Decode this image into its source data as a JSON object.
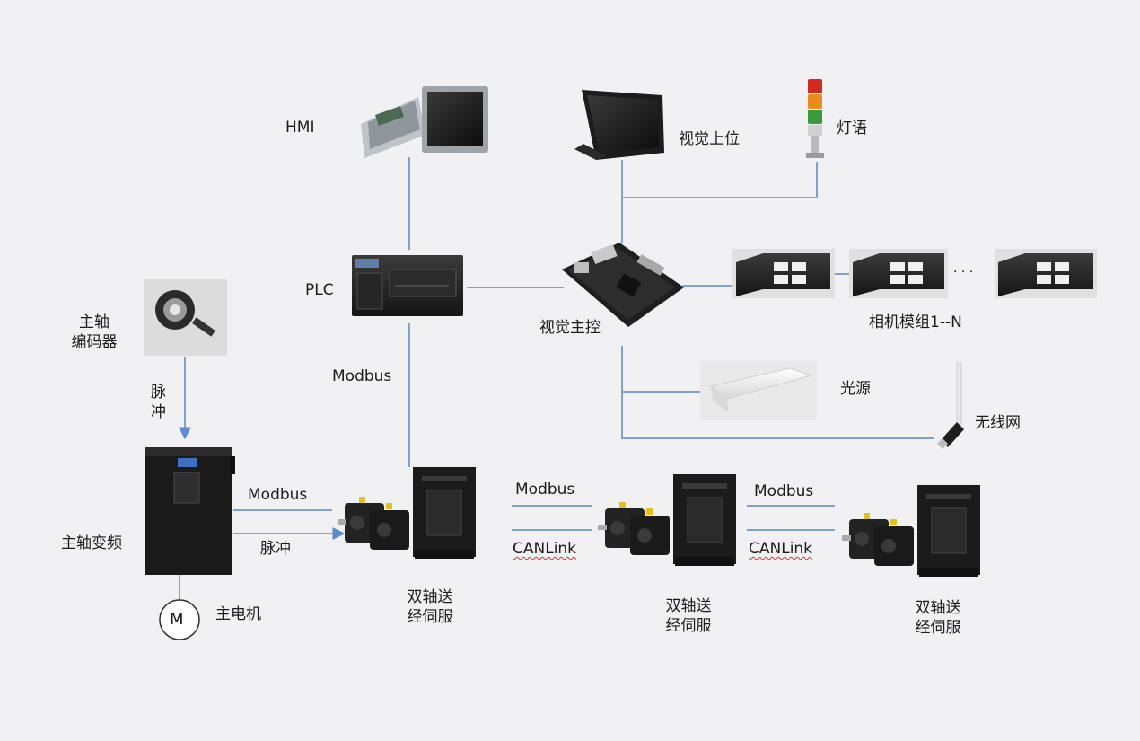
{
  "labels": {
    "hmi": "HMI",
    "vision_host": "视觉上位",
    "signal_light": "灯语",
    "plc": "PLC",
    "vision_main_control": "视觉主控",
    "camera_modules": "相机模组1--N",
    "camera_ellipsis": "· · ·",
    "light_source": "光源",
    "wireless": "无线网",
    "spindle_encoder": "主轴\n编码器",
    "pulse_vertical": "脉\n冲",
    "plc_modbus": "Modbus",
    "spindle_inverter": "主轴变频",
    "inverter_modbus": "Modbus",
    "inverter_pulse": "脉冲",
    "motor_symbol": "M",
    "main_motor": "主电机",
    "servo_1": "双轴送\n经伺服",
    "servo_2": "双轴送\n经伺服",
    "servo_3": "双轴送\n经伺服",
    "link1_modbus": "Modbus",
    "link1_canlink": "CANLink",
    "link2_modbus": "Modbus",
    "link2_canlink": "CANLink"
  },
  "colors": {
    "line": "#7ea3d1",
    "background": "#f1f1f3"
  }
}
